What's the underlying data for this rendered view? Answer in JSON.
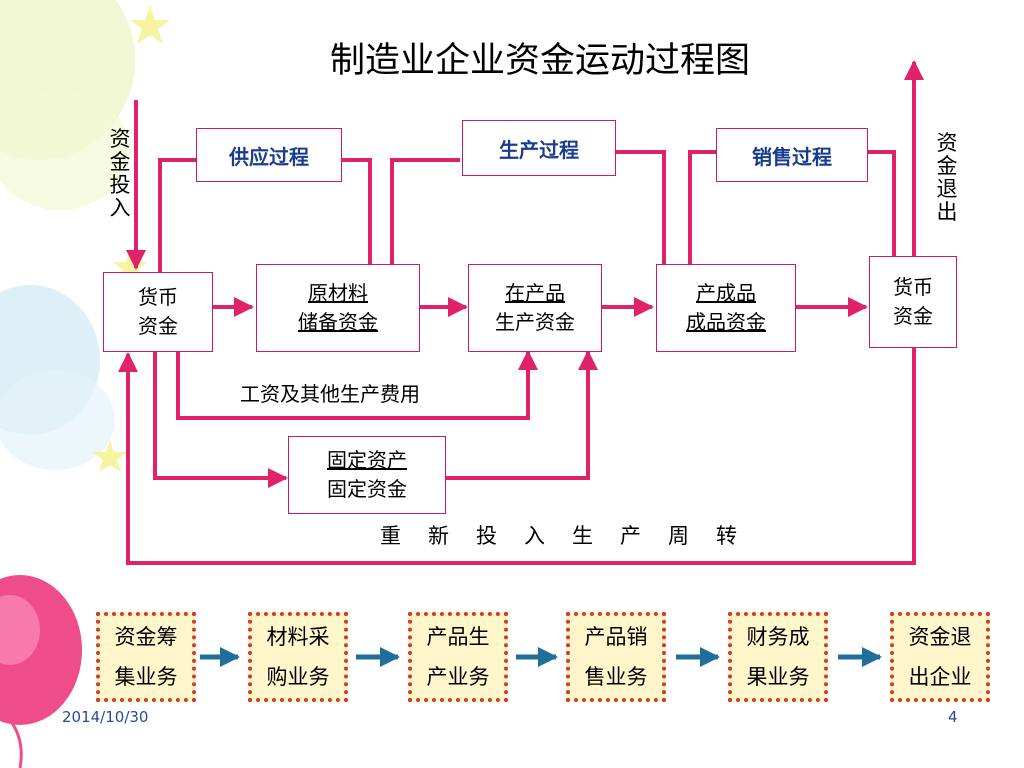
{
  "title": "制造业企业资金运动过程图",
  "side_labels": {
    "input": "资金投入",
    "exit": "资金退出"
  },
  "processes": {
    "supply": "供应过程",
    "production": "生产过程",
    "sales": "销售过程"
  },
  "funds": {
    "cash_start": [
      "货币",
      "资金"
    ],
    "raw_material": [
      "原材料",
      "储备资金"
    ],
    "wip": [
      "在产品",
      "生产资金"
    ],
    "finished": [
      "产成品",
      "成品资金"
    ],
    "cash_end": [
      "货币",
      "资金"
    ],
    "fixed_asset": [
      "固定资产",
      "固定资金"
    ]
  },
  "labels": {
    "wages": "工资及其他生产费用",
    "reinvest": "重新投入生产周转"
  },
  "business_steps": [
    [
      "资金筹",
      "集业务"
    ],
    [
      "材料采",
      "购业务"
    ],
    [
      "产品生",
      "产业务"
    ],
    [
      "产品销",
      "售业务"
    ],
    [
      "财务成",
      "果业务"
    ],
    [
      "资金退",
      "出企业"
    ]
  ],
  "footer": {
    "date": "2014/10/30",
    "page": "4"
  },
  "colors": {
    "flow_line": "#e0226b",
    "box_border": "#c21d6b",
    "process_text": "#1a3c8f",
    "step_arrow": "#1f6f9a",
    "step_border": "#d23b2a",
    "step_fill": "#fff6cc"
  }
}
